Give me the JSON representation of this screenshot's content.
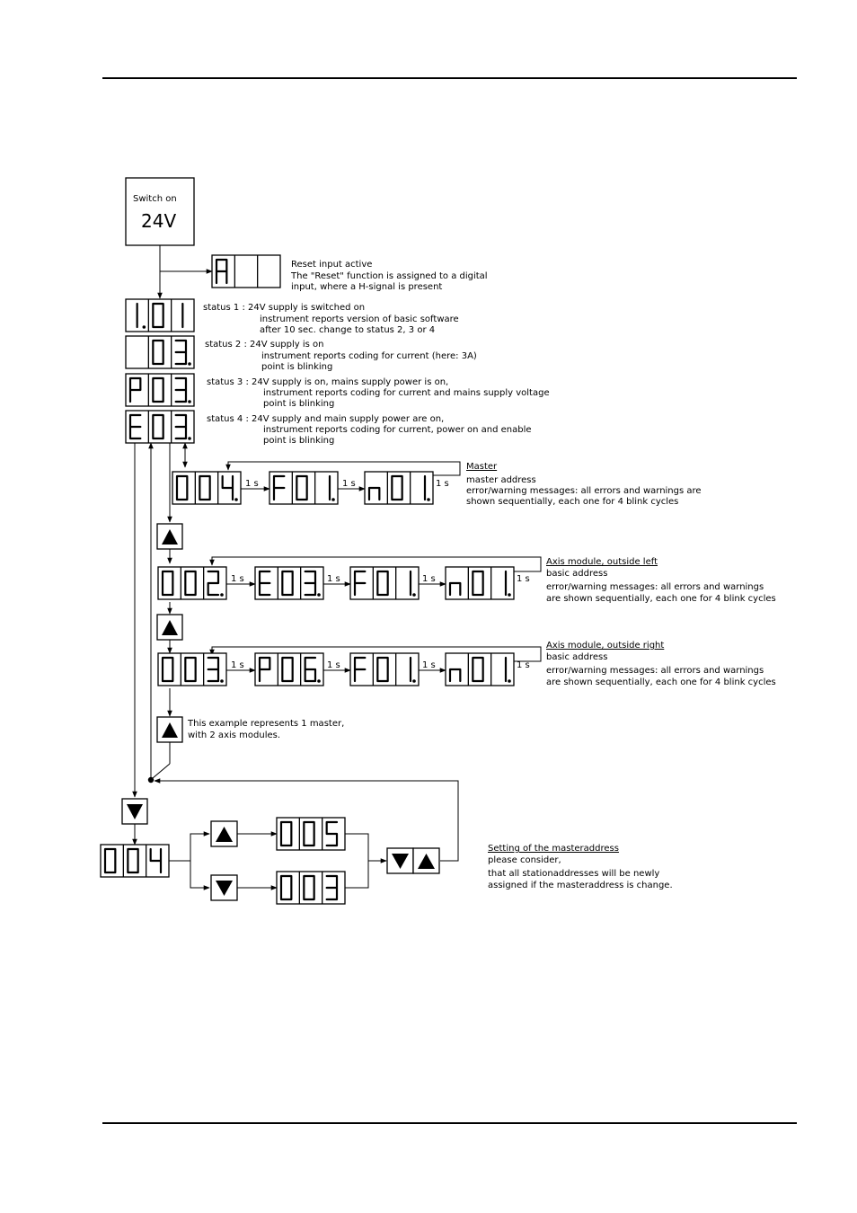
{
  "switch_box": {
    "line1": "Switch on",
    "line2": "24V"
  },
  "reset": {
    "display": "A  ",
    "lines": [
      "Reset input active",
      "The \"Reset\" function is assigned to a digital",
      "input, where a H-signal is present"
    ]
  },
  "statuses": [
    {
      "display": "I.0I",
      "dots": [
        false,
        false,
        false
      ],
      "lines": [
        "status 1 : 24V supply is switched on",
        "instrument reports version of basic software",
        "after 10 sec. change to status 2, 3 or 4"
      ]
    },
    {
      "display": " 03",
      "dots": [
        false,
        false,
        true
      ],
      "lines": [
        "status 2 : 24V supply is on",
        "instrument reports coding for current (here: 3A)",
        "point is blinking"
      ]
    },
    {
      "display": "P03",
      "dots": [
        false,
        false,
        true
      ],
      "lines": [
        "status 3 : 24V supply is on, mains supply power is on,",
        "instrument reports coding for current and mains supply voltage",
        "point is blinking"
      ]
    },
    {
      "display": "E03",
      "dots": [
        false,
        false,
        true
      ],
      "lines": [
        "status 4 : 24V supply and main supply power are on,",
        "instrument reports coding for current, power on and enable",
        "point is blinking"
      ]
    }
  ],
  "interval_label": "1 s",
  "master": {
    "displays": [
      {
        "text": "004",
        "dots": [
          false,
          false,
          true
        ]
      },
      {
        "text": "F01",
        "dots": [
          false,
          false,
          true
        ]
      },
      {
        "text": "n01",
        "dots": [
          false,
          false,
          true
        ]
      }
    ],
    "title": "Master",
    "lines": [
      "master address",
      "error/warning messages:  all errors and warnings are",
      "shown sequentially, each one for 4 blink cycles"
    ]
  },
  "axis_left": {
    "displays": [
      {
        "text": "002",
        "dots": [
          false,
          false,
          true
        ]
      },
      {
        "text": "E03",
        "dots": [
          false,
          false,
          true
        ]
      },
      {
        "text": "F01",
        "dots": [
          false,
          false,
          true
        ]
      },
      {
        "text": "n01",
        "dots": [
          false,
          false,
          true
        ]
      }
    ],
    "title": "Axis module, outside left",
    "lines": [
      "basic address",
      "error/warning messages:  all errors and warnings",
      "are shown sequentially, each one for 4 blink cycles"
    ]
  },
  "axis_right": {
    "displays": [
      {
        "text": "003",
        "dots": [
          false,
          false,
          true
        ]
      },
      {
        "text": "P06",
        "dots": [
          false,
          false,
          true
        ]
      },
      {
        "text": "F01",
        "dots": [
          false,
          false,
          true
        ]
      },
      {
        "text": "n01",
        "dots": [
          false,
          false,
          true
        ]
      }
    ],
    "title": "Axis module, outside right",
    "lines": [
      "basic address",
      "error/warning messages:  all errors and warnings",
      "are shown sequentially, each one for 4 blink cycles"
    ]
  },
  "example_note": [
    "This example represents 1 master,",
    "with 2 axis modules."
  ],
  "setting": {
    "current": "004",
    "up_result": "005",
    "down_result": "003",
    "title": "Setting of the masteraddress",
    "lines": [
      "please consider,",
      "that all stationaddresses will be newly",
      "assigned if the masteraddress is change."
    ]
  },
  "icons": {
    "up_key": "up-arrow-key-icon",
    "down_key": "down-arrow-key-icon"
  }
}
